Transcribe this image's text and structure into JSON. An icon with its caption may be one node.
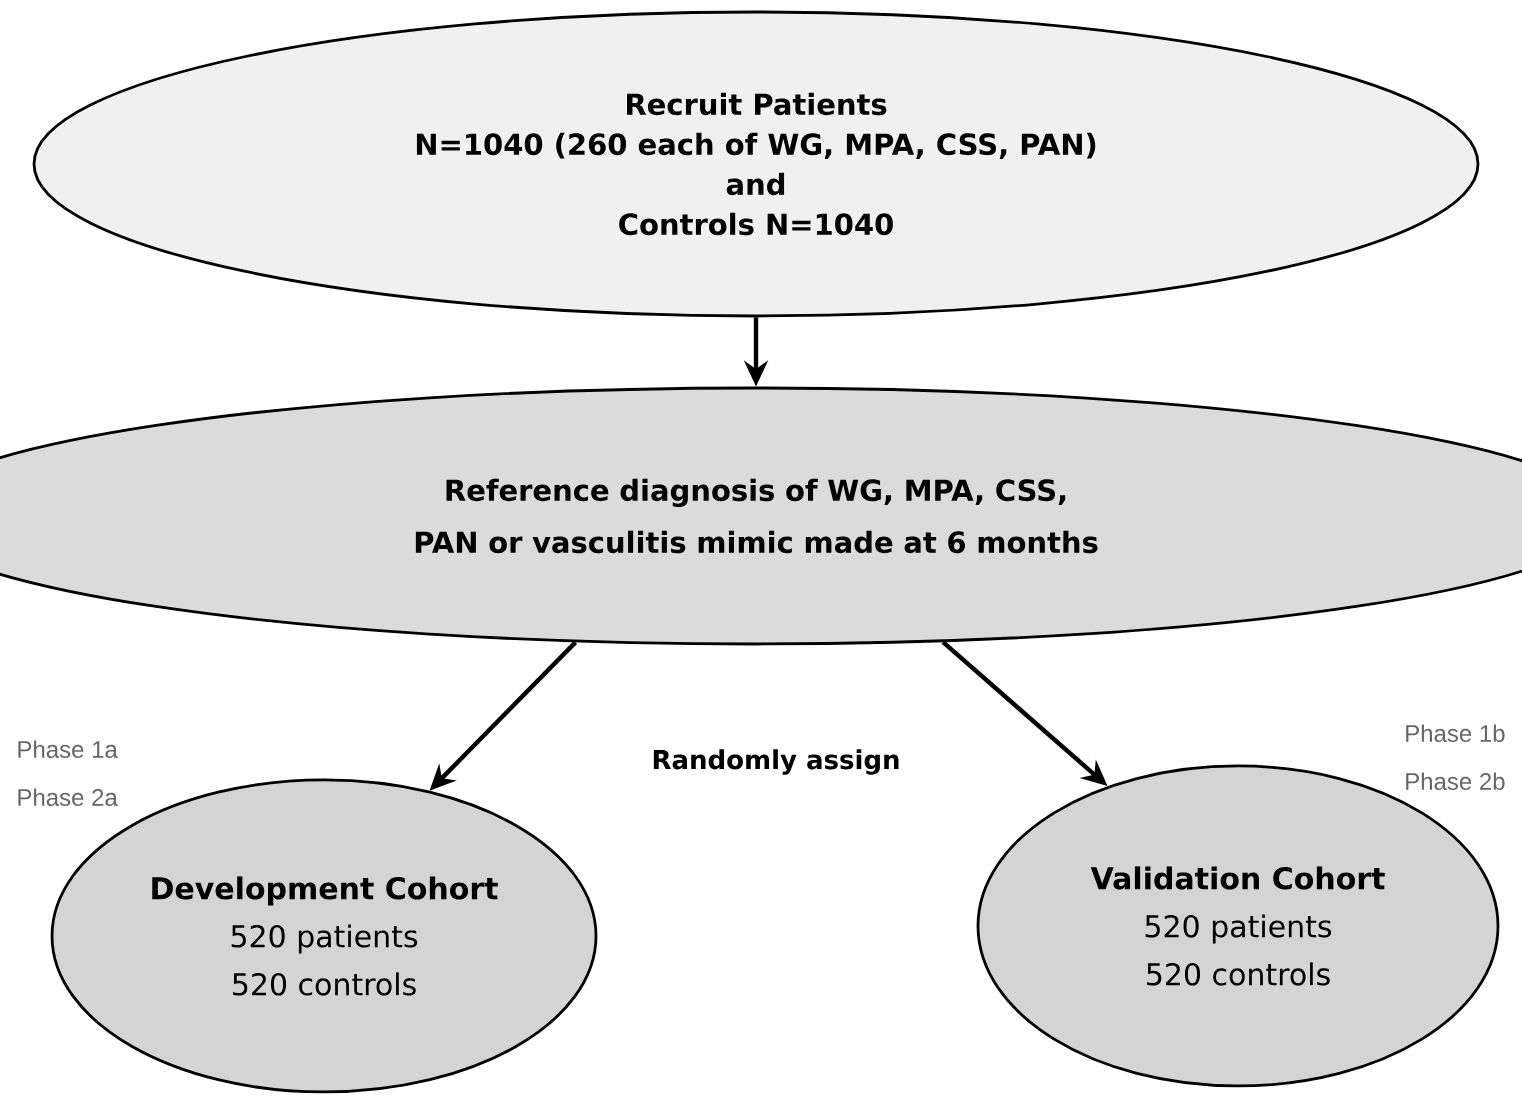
{
  "diagram": {
    "nodes": [
      {
        "text": [
          "Recruit Patients",
          "N=1040 (260 each of WG, MPA, CSS, PAN)",
          "and",
          "Controls N=1040"
        ]
      },
      {
        "text": [
          "Reference diagnosis of WG, MPA, CSS, PAN or vasculitis mimic made at 6 months"
        ]
      },
      {
        "text": [
          "Development Cohort",
          "520 patients",
          "520 controls"
        ],
        "beside": [
          "Phase 1a",
          "Phase 2a"
        ]
      },
      {
        "text": [
          "Validation Cohort",
          "520 patients",
          "520 controls"
        ],
        "beside": [
          "Phase 1b",
          "Phase 2b"
        ]
      }
    ],
    "edges": [
      {
        "from": 0,
        "to": 1,
        "arrow": "to"
      },
      {
        "from": 1,
        "to": 2,
        "arrow": "to"
      },
      {
        "from": 1,
        "to": 3,
        "arrow": "to"
      }
    ],
    "labels": [
      "Randomly assign"
    ]
  }
}
